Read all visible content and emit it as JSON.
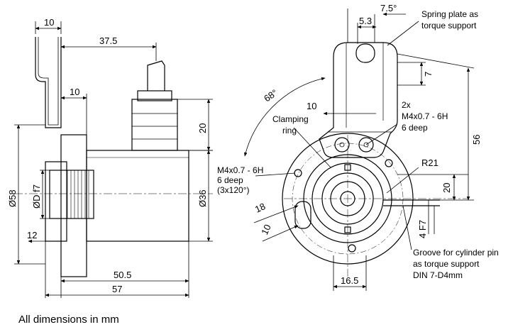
{
  "left_view": {
    "dimensions": {
      "d_10_top": "10",
      "d_37_5": "37.5",
      "d_10_mid": "10",
      "d_20": "20",
      "d_58": "Ø58",
      "d_d_f7": "ØD f7",
      "d_36": "Ø36",
      "d_12": "12",
      "d_50_5": "50.5",
      "d_57": "57"
    }
  },
  "right_view": {
    "dimensions": {
      "d_7_5deg": "7.5°",
      "d_5_3": "5.3",
      "d_7": "7",
      "d_68deg": "68°",
      "d_10": "10",
      "d_56": "56",
      "d_r21": "R21",
      "d_20": "20",
      "d_18": "18",
      "d_10_b": "10",
      "d_4f7": "4 F7",
      "d_16_5": "16.5"
    },
    "labels": {
      "spring_plate_1": "Spring plate as",
      "spring_plate_2": "torque support",
      "clamping_1": "Clamping",
      "clamping_2": "ring",
      "thread2x_1": "2x",
      "thread2x_2": "M4x0.7 - 6H",
      "thread2x_3": "6 deep",
      "thread3_1": "M4x0.7 - 6H",
      "thread3_2": "6 deep",
      "thread3_3": "(3x120°)",
      "groove_1": "Groove for cylinder pin",
      "groove_2": "as torque support",
      "groove_3": "DIN 7-D4mm"
    }
  },
  "footer_note": "All dimensions in mm"
}
